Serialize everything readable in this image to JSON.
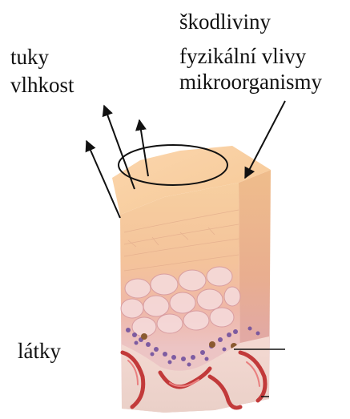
{
  "labels_left": {
    "line1": "tuky",
    "line2": "vlhkost",
    "bottom": "látky"
  },
  "labels_right": {
    "line1": "škodliviny",
    "line2": "fyzikální vlivy",
    "line3": "mikroorganismy"
  },
  "colors": {
    "text": "#111111",
    "arrow": "#111111",
    "skin_top": "#f6c99a",
    "skin_mid": "#efb6a6",
    "basal_purple": "#6a4a9c",
    "dermis_red": "#c23a3a"
  }
}
